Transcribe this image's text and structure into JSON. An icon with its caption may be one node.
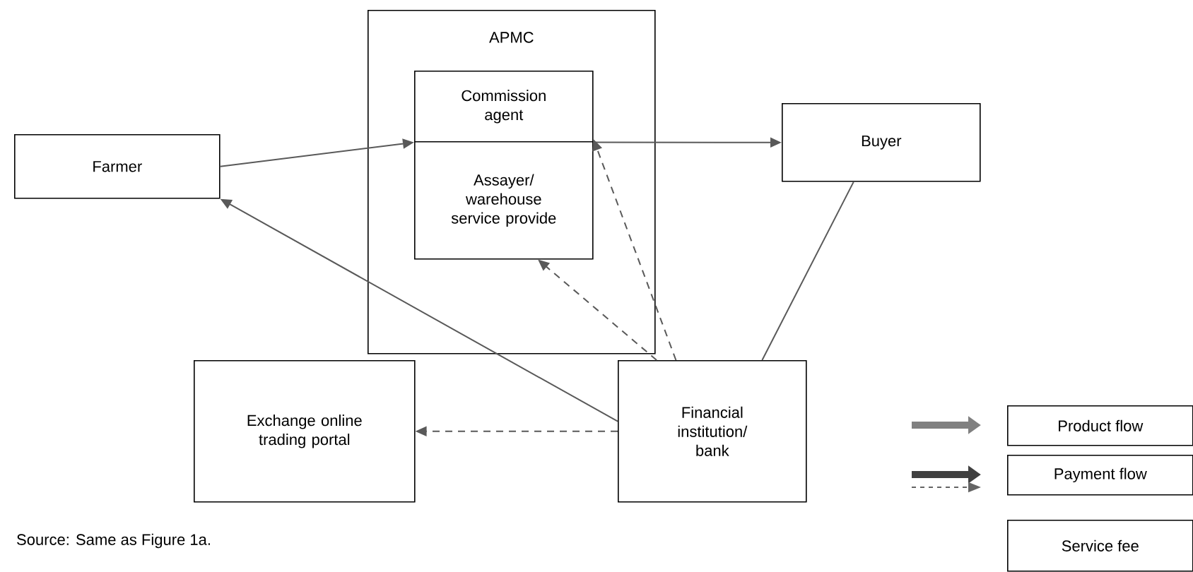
{
  "diagram": {
    "nodes": [
      {
        "text": [
          "APMC"
        ]
      },
      {
        "text": [
          "Commission agent"
        ],
        "in": 0
      },
      {
        "text": [
          "Assayer/ warehouse service provide"
        ],
        "in": 0
      },
      {
        "text": [
          "Farmer"
        ]
      },
      {
        "text": [
          "Buyer"
        ]
      },
      {
        "text": [
          "Exchange online trading portal"
        ]
      },
      {
        "text": [
          "Financial institution/ bank"
        ]
      }
    ],
    "edges": [
      {
        "from": 3,
        "to": 1,
        "arrow": "to"
      },
      {
        "from": 1,
        "to": 4,
        "arrow": "to"
      },
      {
        "from": 6,
        "to": 1,
        "arrow": "to",
        "style": "dashed"
      },
      {
        "from": 6,
        "to": 2,
        "arrow": "to",
        "style": "dashed"
      },
      {
        "from": 6,
        "to": 3,
        "arrow": "to"
      },
      {
        "from": 6,
        "to": 4,
        "arrow": "none"
      },
      {
        "from": 6,
        "to": 5,
        "arrow": "to",
        "style": "dashed"
      }
    ],
    "labels": [
      "Source: Same as Figure 1a."
    ],
    "legend": [
      {
        "text": "Product flow"
      },
      {
        "text": "Payment flow"
      },
      {
        "text": "Service fee"
      }
    ]
  }
}
